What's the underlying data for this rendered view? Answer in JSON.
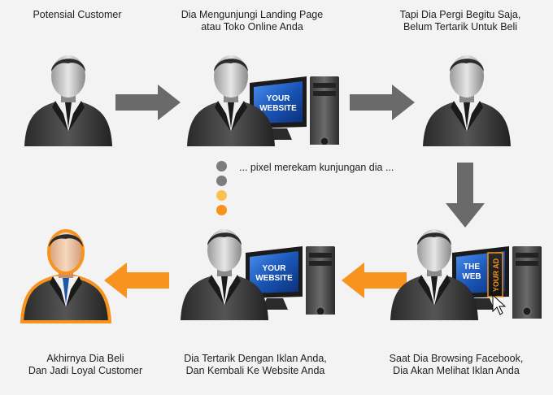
{
  "steps": {
    "potential": {
      "caption": [
        "Potensial Customer"
      ]
    },
    "visit": {
      "caption": [
        "Dia Mengunjungi Landing Page",
        "atau Toko Online Anda"
      ],
      "screen": [
        "YOUR",
        "WEBSITE"
      ]
    },
    "leave": {
      "caption": [
        "Tapi Dia Pergi Begitu Saja,",
        "Belum Tertarik Untuk Beli"
      ]
    },
    "browsing": {
      "caption": [
        "Saat Dia Browsing Facebook,",
        "Dia Akan Melihat Iklan Anda"
      ],
      "screen": [
        "THE",
        "WEB"
      ],
      "ad": "YOUR AD"
    },
    "return": {
      "caption": [
        "Dia Tertarik Dengan Iklan Anda,",
        "Dan Kembali Ke Website Anda"
      ],
      "screen": [
        "YOUR",
        "WEBSITE"
      ]
    },
    "loyal": {
      "caption": [
        "Akhirnya Dia Beli",
        "Dan Jadi Loyal Customer"
      ]
    }
  },
  "pixel_note": "... pixel merekam kunjungan dia ...",
  "colors": {
    "arrow_gray": "#6a6a6a",
    "arrow_orange": "#f7931e",
    "dot_gray": "#7d7d7d",
    "dot_orange_light": "#fbc04f",
    "dot_orange": "#f7931e",
    "screen_blue": "#1a56b8"
  }
}
